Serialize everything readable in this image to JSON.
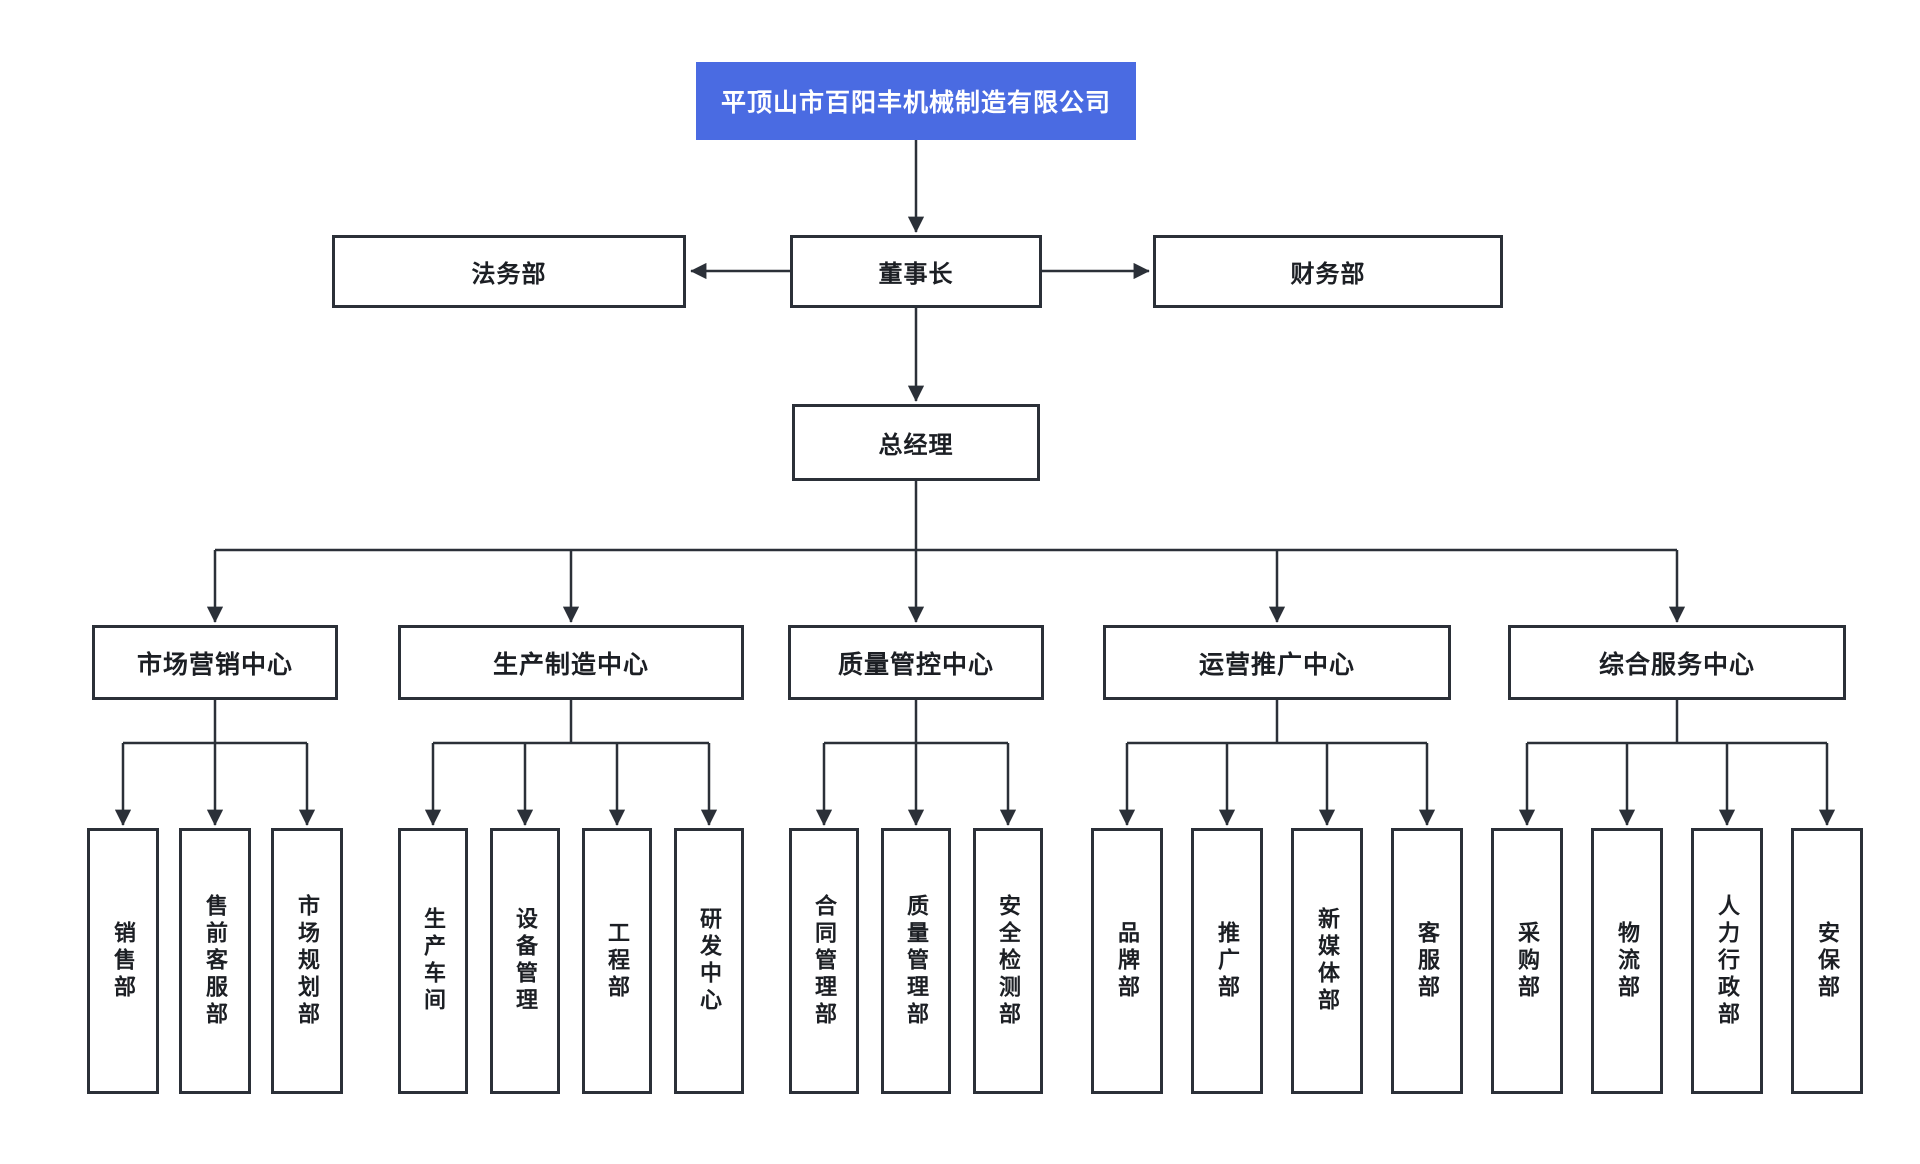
{
  "org": {
    "root": "平顶山市百阳丰机械制造有限公司",
    "chairman": "董事长",
    "staff_left": "法务部",
    "staff_right": "财务部",
    "general_manager": "总经理",
    "groups": [
      {
        "label": "市场营销中心",
        "children": [
          "销售部",
          "售前客服部",
          "市场规划部"
        ]
      },
      {
        "label": "生产制造中心",
        "children": [
          "生产车间",
          "设备管理",
          "工程部",
          "研发中心"
        ]
      },
      {
        "label": "质量管控中心",
        "children": [
          "合同管理部",
          "质量管理部",
          "安全检测部"
        ]
      },
      {
        "label": "运营推广中心",
        "children": [
          "品牌部",
          "推广部",
          "新媒体部",
          "客服部"
        ]
      },
      {
        "label": "综合服务中心",
        "children": [
          "采购部",
          "物流部",
          "人力行政部",
          "安保部"
        ]
      }
    ]
  },
  "colors": {
    "root_box_background": "#4a6be2",
    "root_box_text": "#ffffff",
    "node_background": "#ffffff",
    "node_border": "#2b3038",
    "connector_line": "#2b3038",
    "node_text": "#1c1f24",
    "page_background": "#ffffff"
  }
}
